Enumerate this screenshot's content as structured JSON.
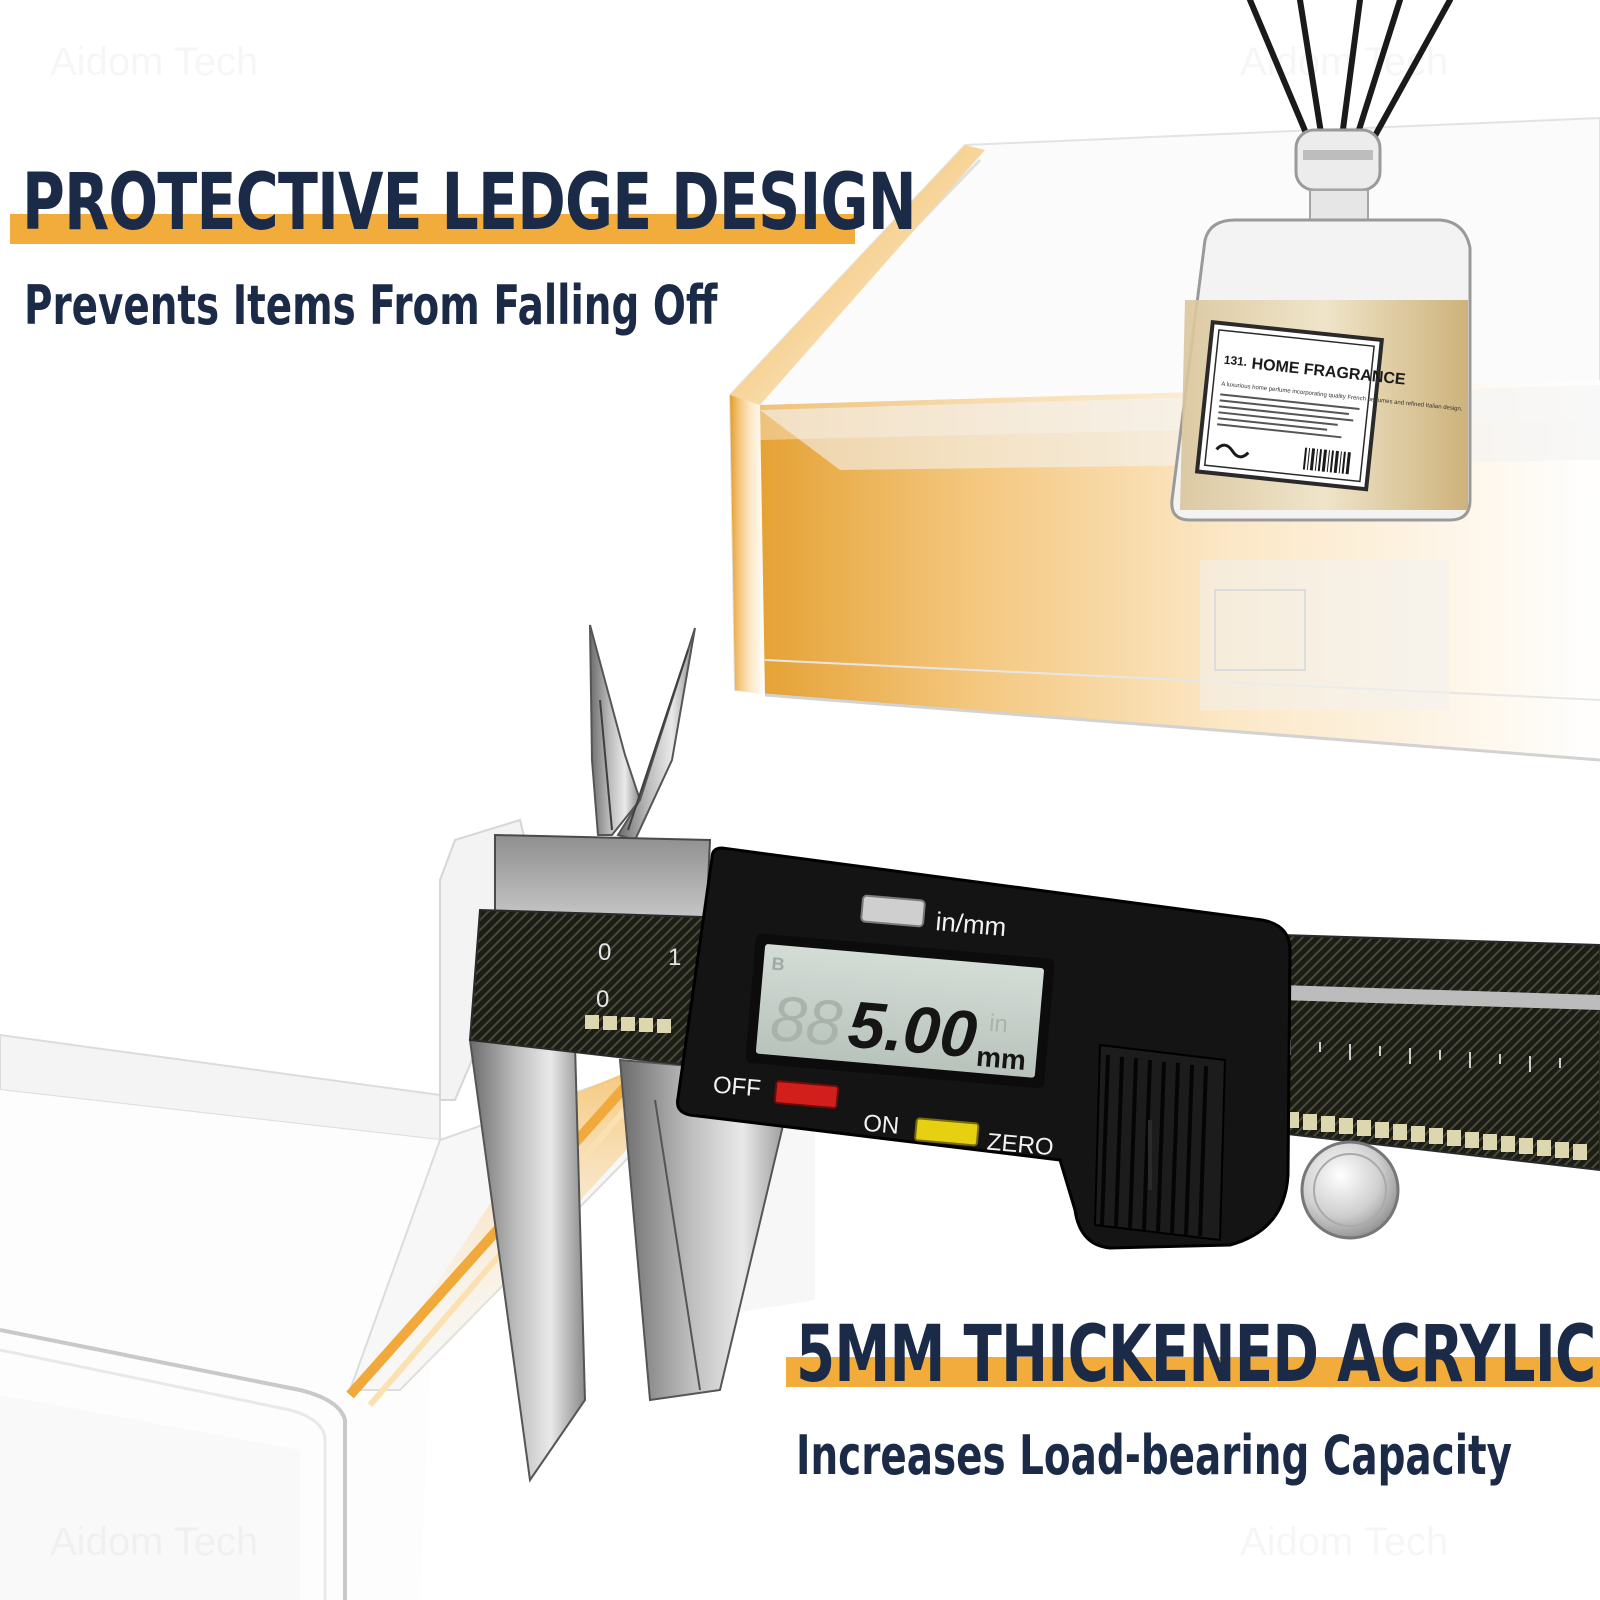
{
  "colors": {
    "navy": "#1b2a47",
    "highlight": "#f1ac3b",
    "amber_acrylic": "#e7a53a",
    "caliper_body": "#141414",
    "lcd": "#c9d2cc",
    "off_button": "#d21f1b",
    "on_button": "#e7cf12"
  },
  "top_feature": {
    "title": "PROTECTIVE LEDGE DESIGN",
    "subtitle": "Prevents Items From Falling Off"
  },
  "bottom_feature": {
    "title": "5MM THICKENED ACRYLIC",
    "subtitle": "Increases Load-bearing Capacity"
  },
  "bottle_label": {
    "number": "131.",
    "name": "HOME FRAGRANCE",
    "description": "A luxurious home perfume incorporating quality French perfumes and refined Italian design."
  },
  "caliper": {
    "unit_label": "in/mm",
    "reading": "5.00",
    "ghost_digits": "88",
    "unit_in": "in",
    "unit_mm": "mm",
    "mode_letter": "B",
    "off_label": "OFF",
    "on_label": "ON",
    "zero_label": "ZERO",
    "scale_0_top": "0",
    "scale_1_top": "1",
    "scale_0_bottom": "0"
  },
  "watermark_text": "Aidom Tech"
}
